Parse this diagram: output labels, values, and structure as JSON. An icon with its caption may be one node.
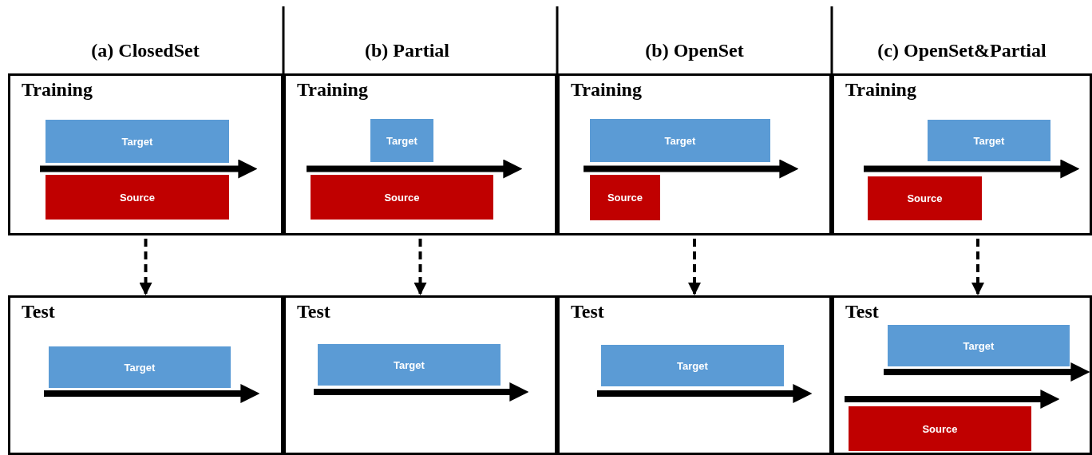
{
  "diagram": {
    "nodes": [
      {
        "text": [
          "Training"
        ]
      },
      {
        "text": [
          "Target"
        ],
        "in": 0
      },
      {
        "text": [
          "Source"
        ],
        "in": 0
      },
      {
        "text": [
          "Training"
        ]
      },
      {
        "text": [
          "Target"
        ],
        "in": 3
      },
      {
        "text": [
          "Source"
        ],
        "in": 3
      },
      {
        "text": [
          "Training"
        ]
      },
      {
        "text": [
          "Target"
        ],
        "in": 6
      },
      {
        "text": [
          "Source"
        ],
        "in": 6
      },
      {
        "text": [
          "Training"
        ]
      },
      {
        "text": [
          "Target"
        ],
        "in": 9
      },
      {
        "text": [
          "Source"
        ],
        "in": 9
      },
      {
        "text": [
          "Test"
        ]
      },
      {
        "text": [
          "Target"
        ],
        "in": 12
      },
      {
        "text": [
          "Test"
        ]
      },
      {
        "text": [
          "Target"
        ],
        "in": 14
      },
      {
        "text": [
          "Test"
        ]
      },
      {
        "text": [
          "Target"
        ],
        "in": 16
      },
      {
        "text": [
          "Test"
        ]
      },
      {
        "text": [
          "Target"
        ],
        "in": 18
      },
      {
        "text": [
          "Source"
        ],
        "in": 18
      }
    ],
    "edges": [
      {
        "from": 0,
        "to": 12,
        "arrow": "to",
        "style": "dashed"
      },
      {
        "from": 3,
        "to": 14,
        "arrow": "to",
        "style": "dashed"
      },
      {
        "from": 6,
        "to": 16,
        "arrow": "to",
        "style": "dashed"
      },
      {
        "from": 9,
        "to": 18,
        "arrow": "to",
        "style": "dashed"
      }
    ],
    "labels": [
      "(a) ClosedSet",
      "(b) Partial",
      "(b) OpenSet",
      "(c) OpenSet&Partial"
    ]
  }
}
